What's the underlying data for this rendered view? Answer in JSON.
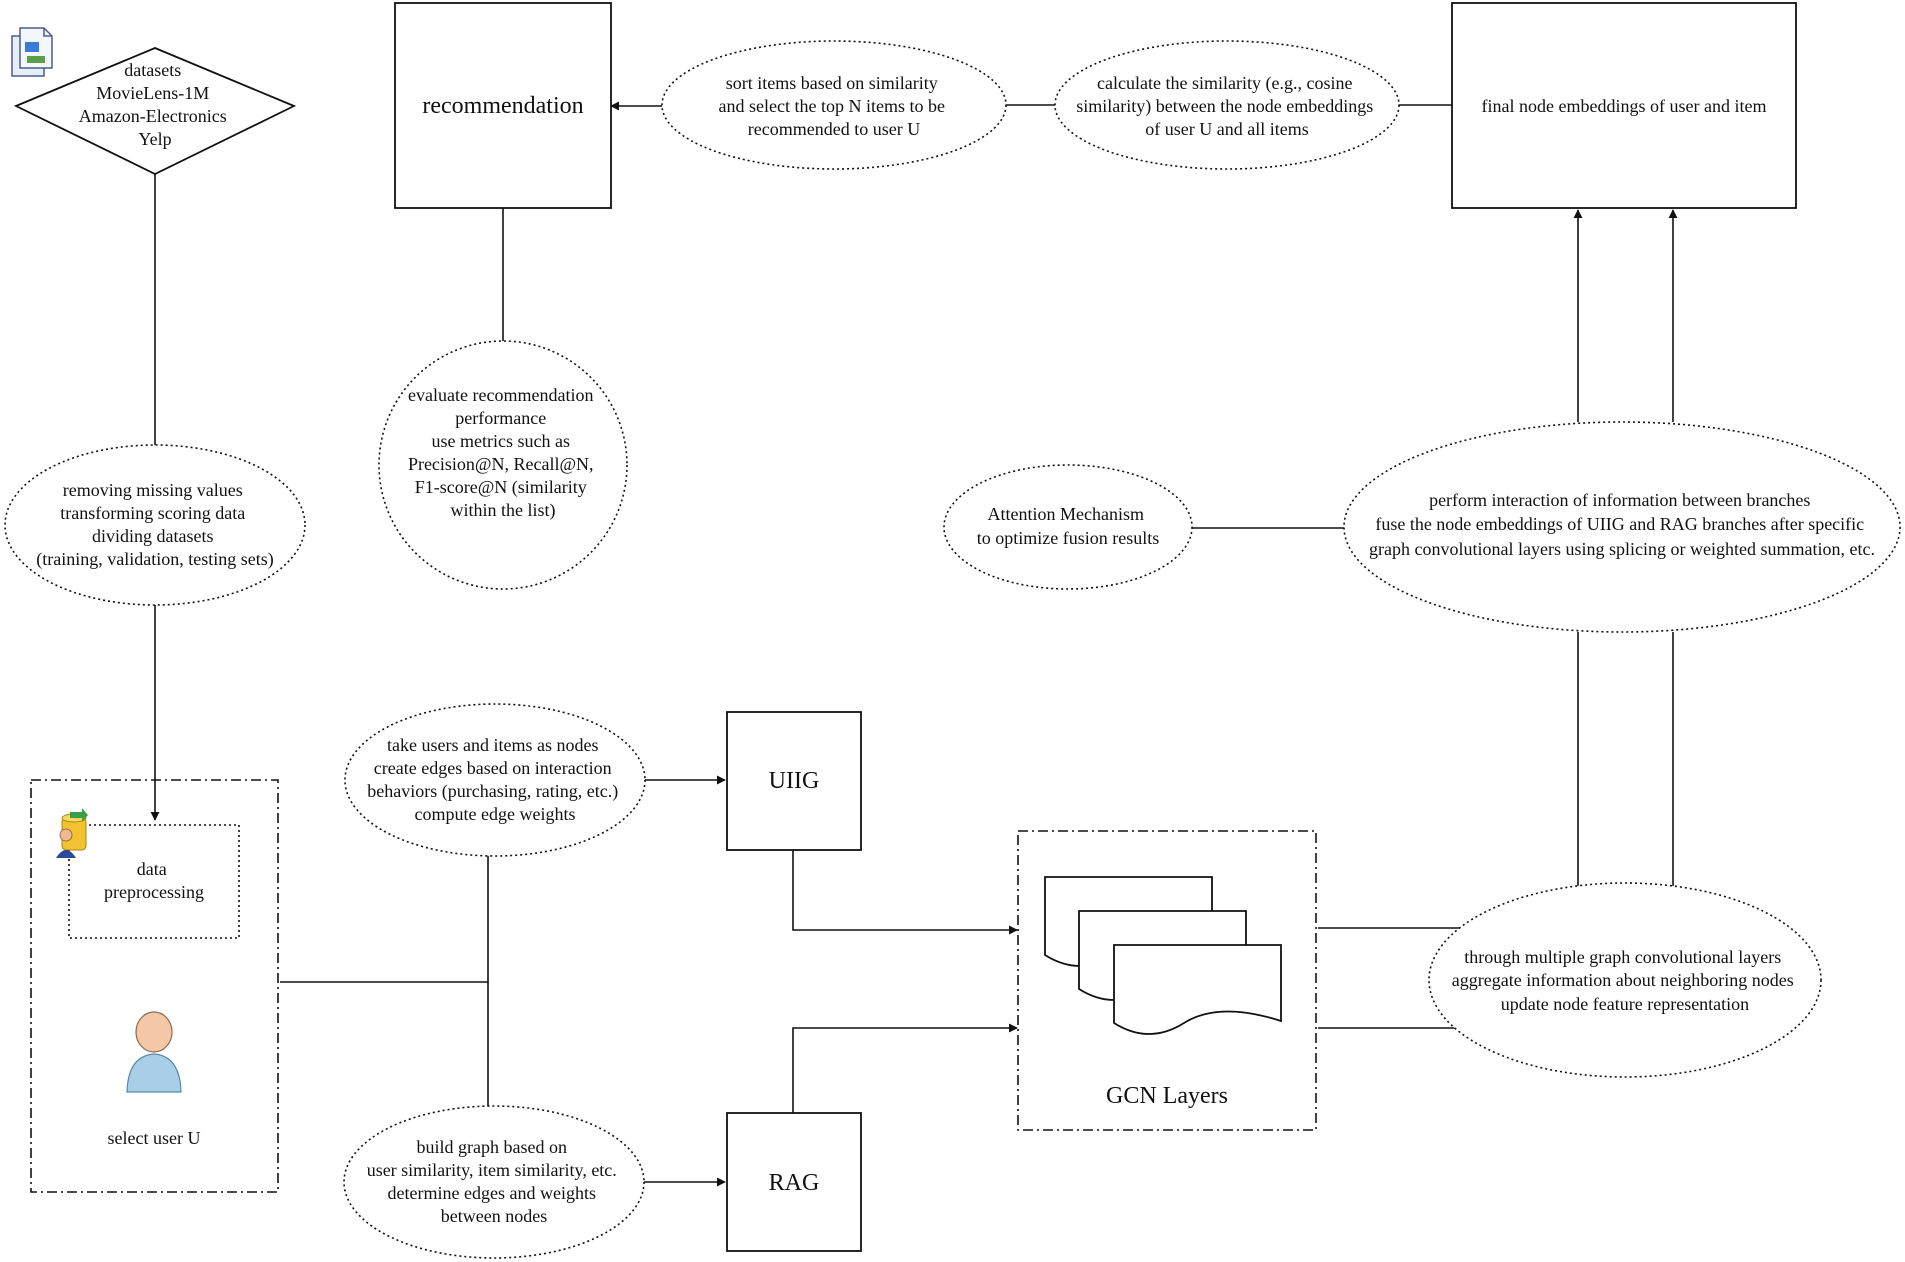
{
  "datasets": {
    "lines": [
      "datasets",
      "MovieLens-1M",
      "Amazon-Electronics",
      "Yelp"
    ]
  },
  "preprocess_steps": {
    "lines": [
      "removing missing values",
      "transforming scoring data",
      "dividing datasets",
      "(training, validation, testing sets)"
    ]
  },
  "data_block": {
    "data_preprocessing_lines": [
      "data",
      "preprocessing"
    ],
    "select_user": "select user U"
  },
  "graph_uiig_desc": {
    "lines": [
      "take users and items as nodes",
      "create edges based on interaction",
      "behaviors (purchasing, rating, etc.)",
      "compute edge weights"
    ]
  },
  "graph_rag_desc": {
    "lines": [
      "build graph based on",
      "user similarity, item similarity, etc.",
      "determine edges and weights",
      "between nodes"
    ]
  },
  "uiig": "UIIG",
  "rag": "RAG",
  "gcn_layers": "GCN Layers",
  "gcn_desc": {
    "lines": [
      "through multiple graph convolutional layers",
      "aggregate information about neighboring nodes",
      "update node feature representation"
    ]
  },
  "fusion_desc": {
    "lines": [
      "perform interaction of information between branches",
      "fuse the node embeddings of UIIG and RAG branches after specific",
      "graph convolutional layers using splicing or weighted summation, etc."
    ]
  },
  "attention": {
    "lines": [
      "Attention Mechanism",
      "to optimize fusion results"
    ]
  },
  "final_embeddings": "final node embeddings of user and item",
  "similarity_calc": {
    "lines": [
      "calculate the similarity (e.g., cosine",
      "similarity) between the node embeddings",
      "of user U and all items"
    ]
  },
  "sort_items": {
    "lines": [
      "sort items based on similarity",
      "and select the top N items to be",
      "recommended to user U"
    ]
  },
  "recommendation": "recommendation",
  "evaluate": {
    "lines": [
      "evaluate recommendation",
      "performance",
      "use metrics such as",
      "Precision@N, Recall@N,",
      "F1-score@N (similarity",
      "within the list)"
    ]
  }
}
